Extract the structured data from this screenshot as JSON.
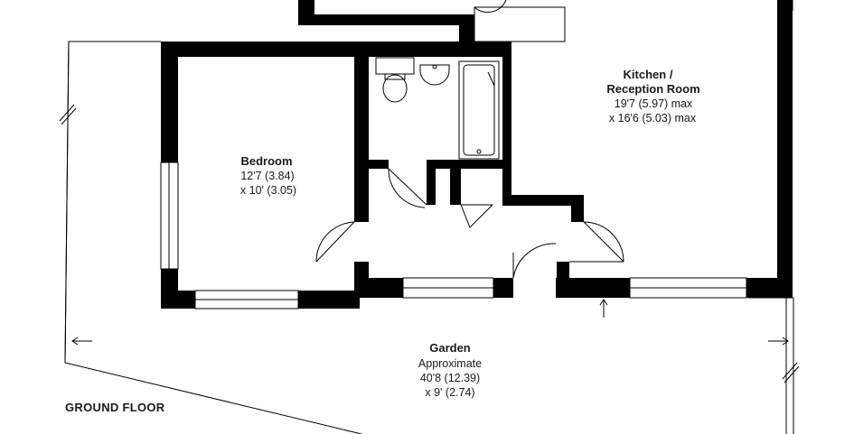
{
  "plan": {
    "floor_label": "GROUND FLOOR",
    "rooms": {
      "kitchen": {
        "name_line1": "Kitchen /",
        "name_line2": "Reception Room",
        "dim1": "19'7 (5.97) max",
        "dim2": "x 16'6 (5.03) max"
      },
      "bedroom": {
        "name": "Bedroom",
        "dim1": "12'7 (3.84)",
        "dim2": "x 10' (3.05)"
      },
      "garden": {
        "name": "Garden",
        "note": "Approximate",
        "dim1": "40'8 (12.39)",
        "dim2": "x 9' (2.74)"
      }
    }
  }
}
